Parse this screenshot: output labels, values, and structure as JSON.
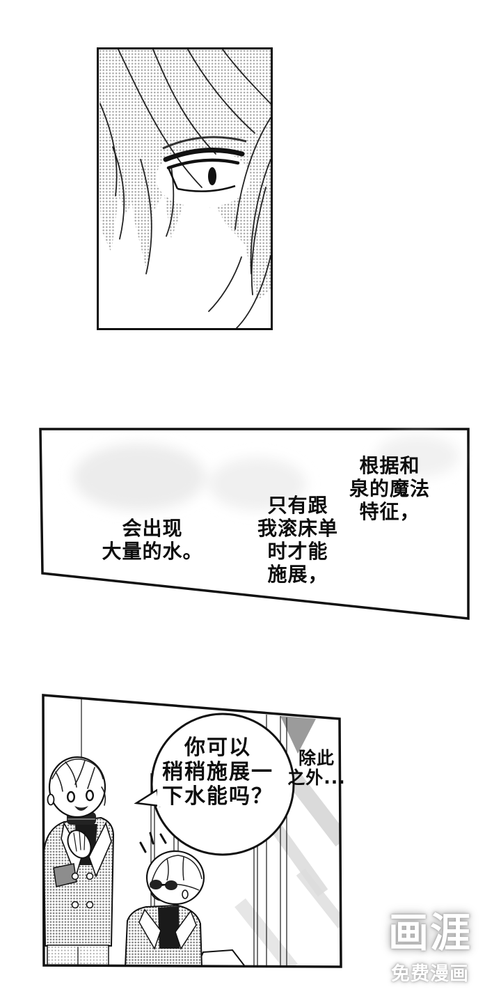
{
  "page": {
    "kind": "manga-reader-page"
  },
  "narration": {
    "right": "根据和\n泉的魔法\n特征，",
    "center": "只有跟\n我滚床单\n时才能\n施展，",
    "left": "会出现\n大量的水。"
  },
  "dialogue": {
    "bubble": "你可以\n稍稍施展一\n下水能吗？",
    "aside": "除此\n之外..."
  },
  "watermark": {
    "logo": "画涯",
    "tagline": "免费漫画"
  },
  "colors": {
    "ink": "#111111",
    "paper": "#ffffff",
    "tone_light": "#d6d6d6",
    "tone_mid": "#9b9b9b",
    "watermark_glow": "#b5b5b5"
  }
}
